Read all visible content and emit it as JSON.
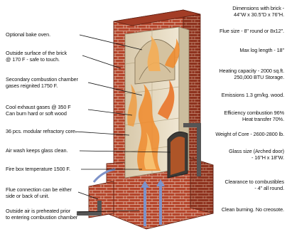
{
  "left_labels": [
    {
      "id": "bake-oven",
      "text": "Optional bake oven."
    },
    {
      "id": "outside-surface",
      "text": "Outside surface of the brick\n@ 170 F - safe to touch."
    },
    {
      "id": "secondary-combustion",
      "text": "Secondary combustion chamber\ngases reignited 1750 F."
    },
    {
      "id": "cool-exhaust",
      "text": "Cool exhaust gases @ 350 F\nCan burn hard or soft wood"
    },
    {
      "id": "refractory-core",
      "text": "36 pcs. modular refractory core."
    },
    {
      "id": "air-wash",
      "text": "Air wash keeps glass clean."
    },
    {
      "id": "fire-box",
      "text": "Fire box temperature 1500 F."
    },
    {
      "id": "flue-connection",
      "text": "Flue connection can be either\nside or back of unit."
    },
    {
      "id": "outside-air",
      "text": "Outside air is preheated prior\nto entering combustion chamber"
    }
  ],
  "right_labels": [
    {
      "id": "dimensions",
      "text": "Dimensions with brick -\n44\"W x 30.5\"D x 76\"H."
    },
    {
      "id": "flue-size",
      "text": "Flue size - 8\" round or 8x12\"."
    },
    {
      "id": "max-log",
      "text": "Max log length - 18\""
    },
    {
      "id": "heating-capacity",
      "text": "Heating capacity - 2000 sq.ft.\n250,000 BTU Storage."
    },
    {
      "id": "emissions",
      "text": "Emissions 1.3 gm/kg. wood."
    },
    {
      "id": "efficiency",
      "text": "Efficiency combustion 96%\nHeat transfer 70%."
    },
    {
      "id": "core-weight",
      "text": "Weight of Core - 2600-2800 lb."
    },
    {
      "id": "glass-size",
      "text": "Glass size (Arched door)\n- 16\"H x 18\"W."
    },
    {
      "id": "clearance",
      "text": "Clearance to combustibles\n- 4\" all round."
    },
    {
      "id": "clean-burning",
      "text": "Clean burning. No creosote."
    }
  ],
  "colors": {
    "brick": "#b5452b",
    "brick_shadow": "#8a2f1c",
    "mortar": "#d9a58f",
    "core": "#e8dcc4",
    "flame": "#f08a2a",
    "flame_light": "#f7c070",
    "air": "#7e93c9",
    "flue": "#555555"
  }
}
